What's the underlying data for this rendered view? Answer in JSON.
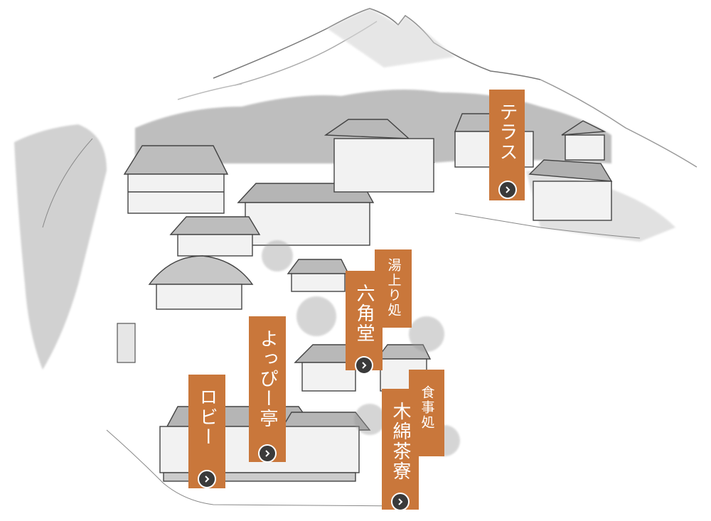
{
  "spots": [
    {
      "id": "terrace",
      "label": "テラス"
    },
    {
      "id": "rokkakudo",
      "label": "六角堂",
      "sublabel": "湯上り処"
    },
    {
      "id": "yoppi",
      "label": "よっぴー亭"
    },
    {
      "id": "lobby",
      "label": "ロビー"
    },
    {
      "id": "momen",
      "label": "木綿茶寮",
      "sublabel": "食事処"
    }
  ],
  "colors": {
    "tag": "#c9773b",
    "arrow": "#3a3a3a",
    "ink": "#555555"
  },
  "icons": {
    "arrow": "chevron-right-icon"
  }
}
